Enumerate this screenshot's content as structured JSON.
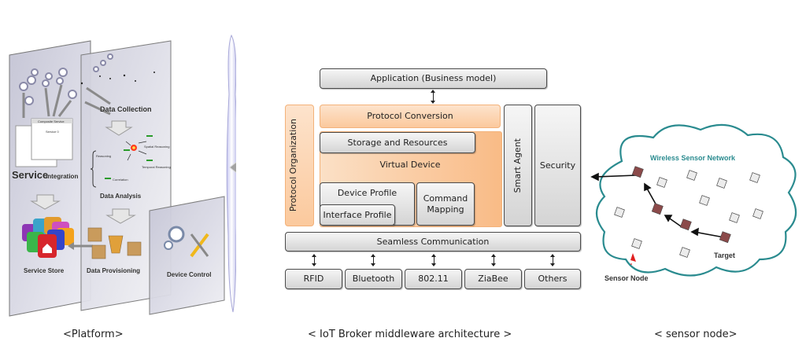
{
  "platform": {
    "caption": "<Platform>",
    "layers": {
      "service": {
        "title_big": "Service",
        "title_small": "Integration",
        "composite_service_label": "Composite Service",
        "service_label": "Service 0",
        "store_label": "Service Store"
      },
      "data": {
        "collection_label": "Data Collection",
        "analysis_label": "Data Analysis",
        "provisioning_label": "Data Provisioning",
        "reasoning_labels": [
          "Reasoning",
          "Spatial Reasoning",
          "Temporal Reasoning",
          "Correlation"
        ]
      },
      "device": {
        "control_label": "Device Control"
      }
    }
  },
  "middleware": {
    "caption": "< IoT Broker middleware architecture >",
    "application": "Application (Business model)",
    "protocol_organization": "Protocol Organization",
    "protocol_conversion": "Protocol Conversion",
    "storage_resources": "Storage and Resources",
    "virtual_device": "Virtual Device",
    "device_profile": "Device Profile",
    "interface_profile": "Interface Profile",
    "command_mapping": "Command Mapping",
    "smart_agent": "Smart Agent",
    "security": "Security",
    "seamless_communication": "Seamless Communication",
    "protocols": [
      "RFID",
      "Bluetooth",
      "802.11",
      "ZiaBee",
      "Others"
    ],
    "colors": {
      "orange": "#f9bb86",
      "gray": "#d4d4d4"
    }
  },
  "sensor": {
    "caption": "< sensor node>",
    "network_title": "Wireless Sensor Network",
    "target_label": "Target",
    "sensor_node_label": "Sensor Node",
    "colors": {
      "cloud_outline": "#2a8b8f",
      "active_node": "#8b4a4a",
      "idle_node": "#e8e8e8"
    }
  }
}
